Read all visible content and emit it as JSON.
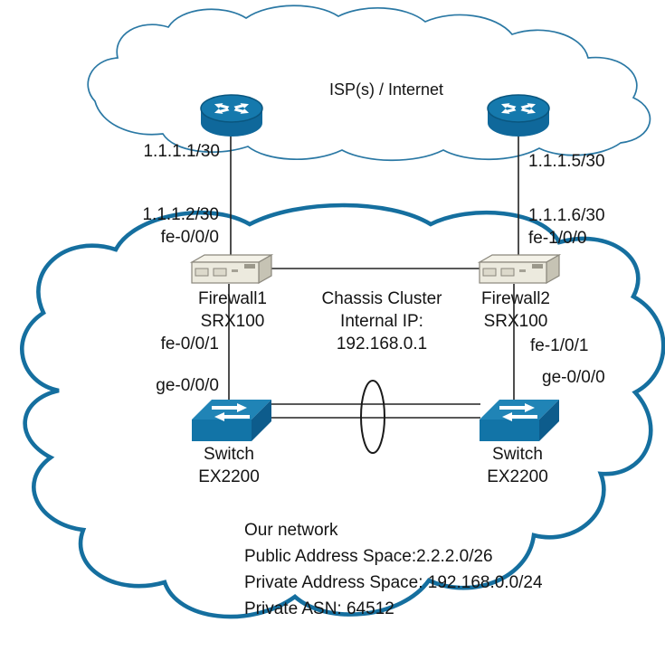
{
  "colors": {
    "device_blue": "#1274a7",
    "device_blue_dark": "#0d5c8c",
    "device_blue_light": "#2084b6",
    "cloud_stroke": "#19719f",
    "line": "#222222",
    "firewall_body": "#eceade",
    "firewall_side": "#c6c3b4"
  },
  "internet_cloud": {
    "label": "ISP(s) / Internet"
  },
  "isp_links": {
    "left": {
      "isp_ip": "1.1.1.1/30",
      "wan_ip": "1.1.1.2/30",
      "interface": "fe-0/0/0"
    },
    "right": {
      "isp_ip": "1.1.1.5/30",
      "wan_ip": "1.1.1.6/30",
      "interface": "fe-1/0/0"
    }
  },
  "firewalls": {
    "left": {
      "name": "Firewall1",
      "model": "SRX100",
      "lan_interface": "fe-0/0/1",
      "uplink_interface": "ge-0/0/0"
    },
    "right": {
      "name": "Firewall2",
      "model": "SRX100",
      "lan_interface": "fe-1/0/1",
      "uplink_interface": "ge-0/0/0"
    }
  },
  "cluster": {
    "line1": "Chassis Cluster",
    "line2": "Internal IP:",
    "line3": "192.168.0.1"
  },
  "switches": {
    "left": {
      "type": "Switch",
      "model": "EX2200"
    },
    "right": {
      "type": "Switch",
      "model": "EX2200"
    }
  },
  "our_network": {
    "line1": "Our network",
    "line2": "Public Address Space:2.2.2.0/26",
    "line3": "Private Address Space: 192.168.0.0/24",
    "line4": "Private ASN: 64512"
  }
}
